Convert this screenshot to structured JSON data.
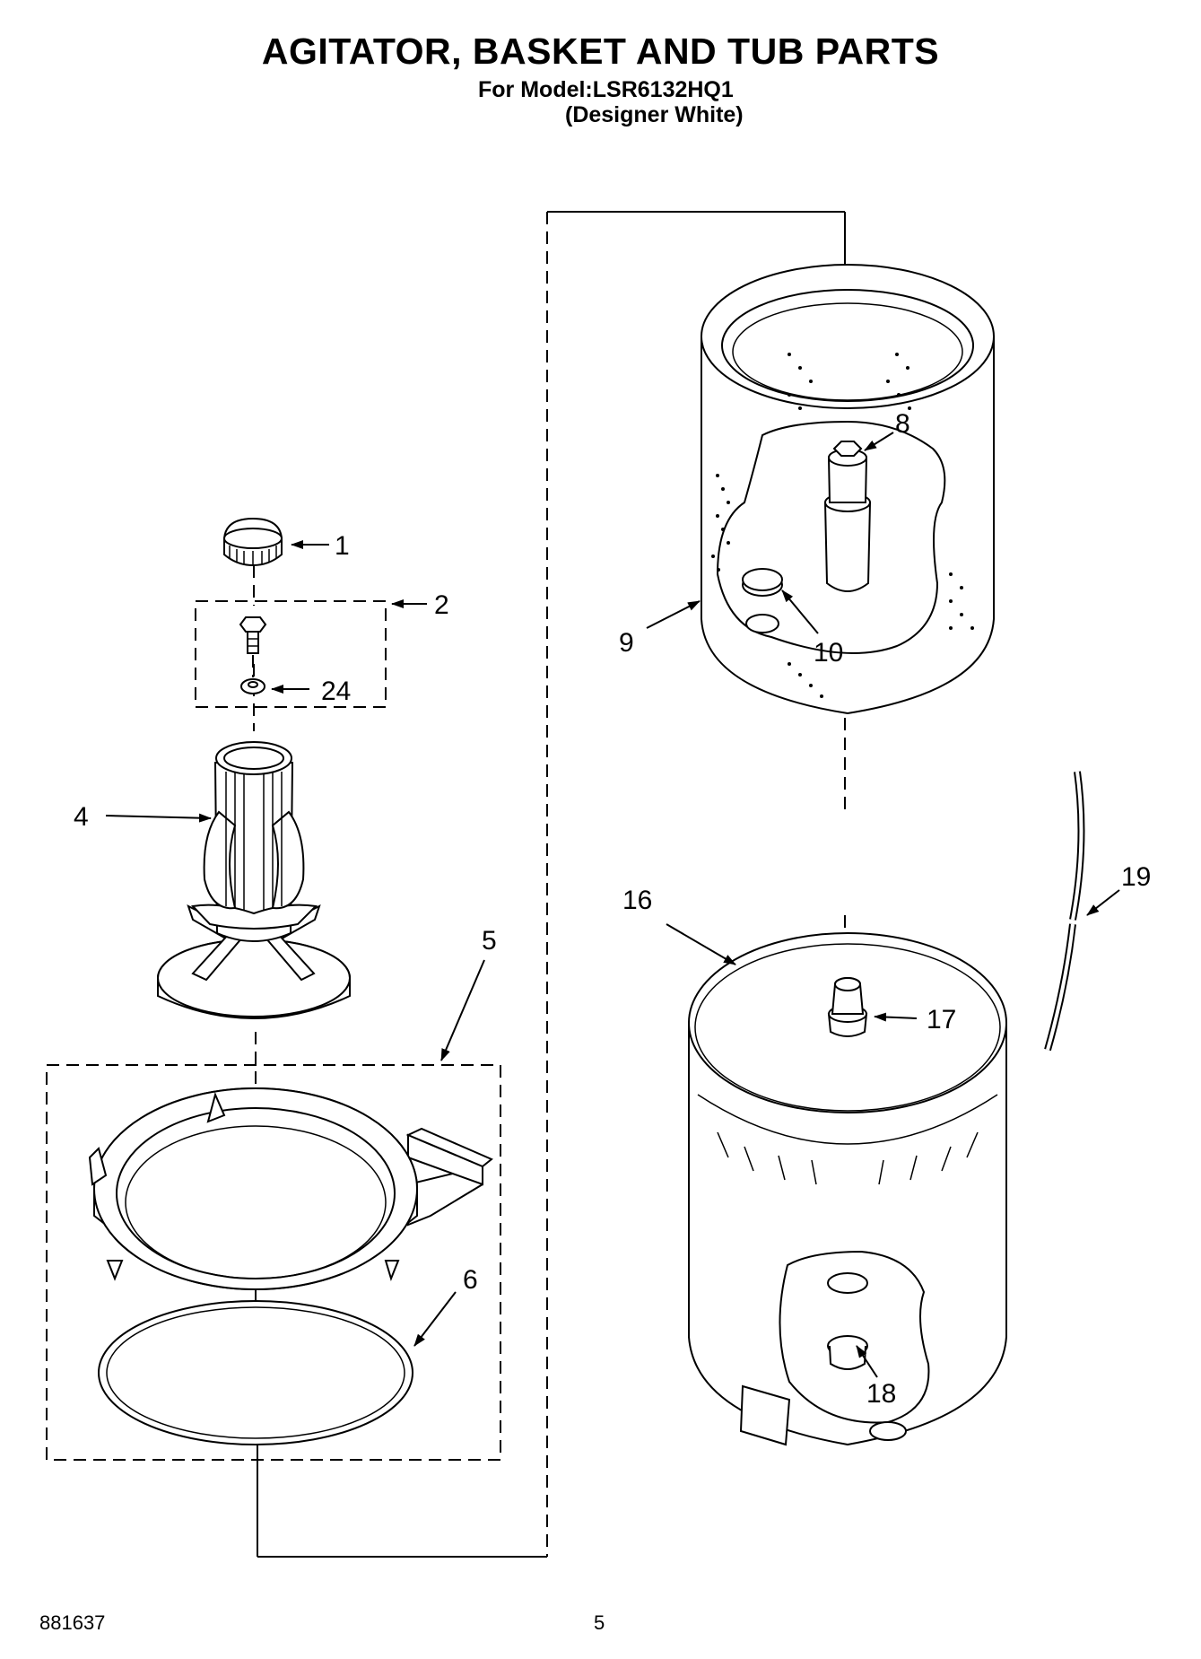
{
  "header": {
    "title": "AGITATOR, BASKET AND TUB PARTS",
    "model_line": "For Model:LSR6132HQ1",
    "variant_line": "(Designer White)"
  },
  "callouts": {
    "c1": "1",
    "c2": "2",
    "c4": "4",
    "c5": "5",
    "c6": "6",
    "c8": "8",
    "c9": "9",
    "c10": "10",
    "c16": "16",
    "c17": "17",
    "c18": "18",
    "c19": "19",
    "c24": "24"
  },
  "footer": {
    "doc_number": "881637",
    "page_number": "5"
  }
}
